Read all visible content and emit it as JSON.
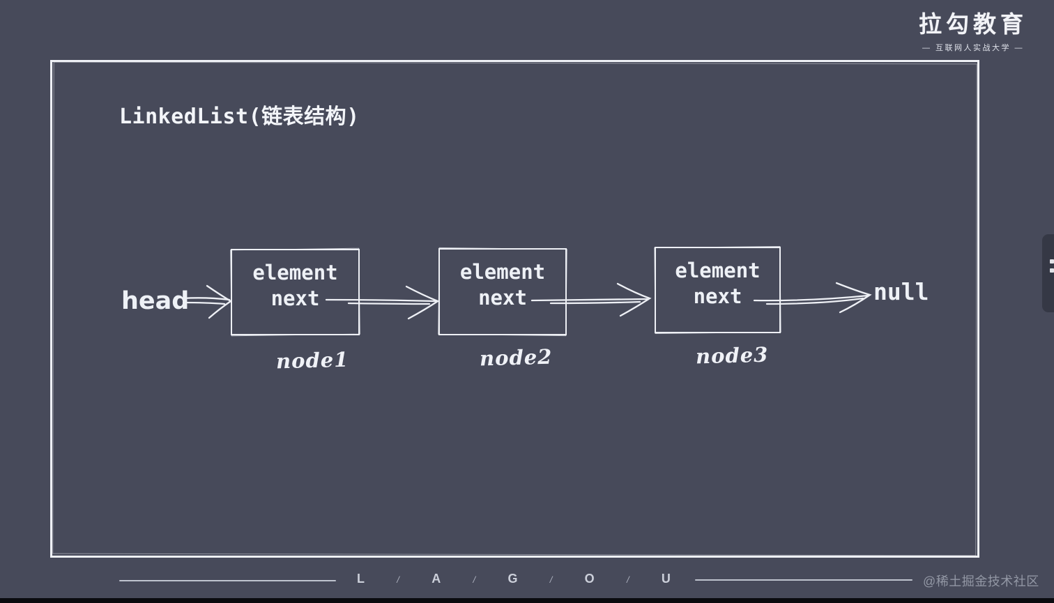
{
  "page": {
    "background_color": "#474a5a",
    "stroke_color": "#eef0f5",
    "text_color": "#f2f3f7"
  },
  "logo": {
    "title": "拉勾教育",
    "subtitle": "— 互联网人实战大学 —"
  },
  "board": {
    "title": "LinkedList(链表结构)"
  },
  "diagram": {
    "head_label": "head",
    "null_label": "null",
    "nodes": [
      {
        "line1": "element",
        "line2": "next",
        "caption": "node1"
      },
      {
        "line1": "element",
        "line2": "next",
        "caption": "node2"
      },
      {
        "line1": "element",
        "line2": "next",
        "caption": "node3"
      }
    ]
  },
  "footer": {
    "letters": [
      "L",
      "/",
      "A",
      "/",
      "G",
      "/",
      "O",
      "/",
      "U"
    ],
    "watermark": "@稀土掘金技术社区"
  }
}
